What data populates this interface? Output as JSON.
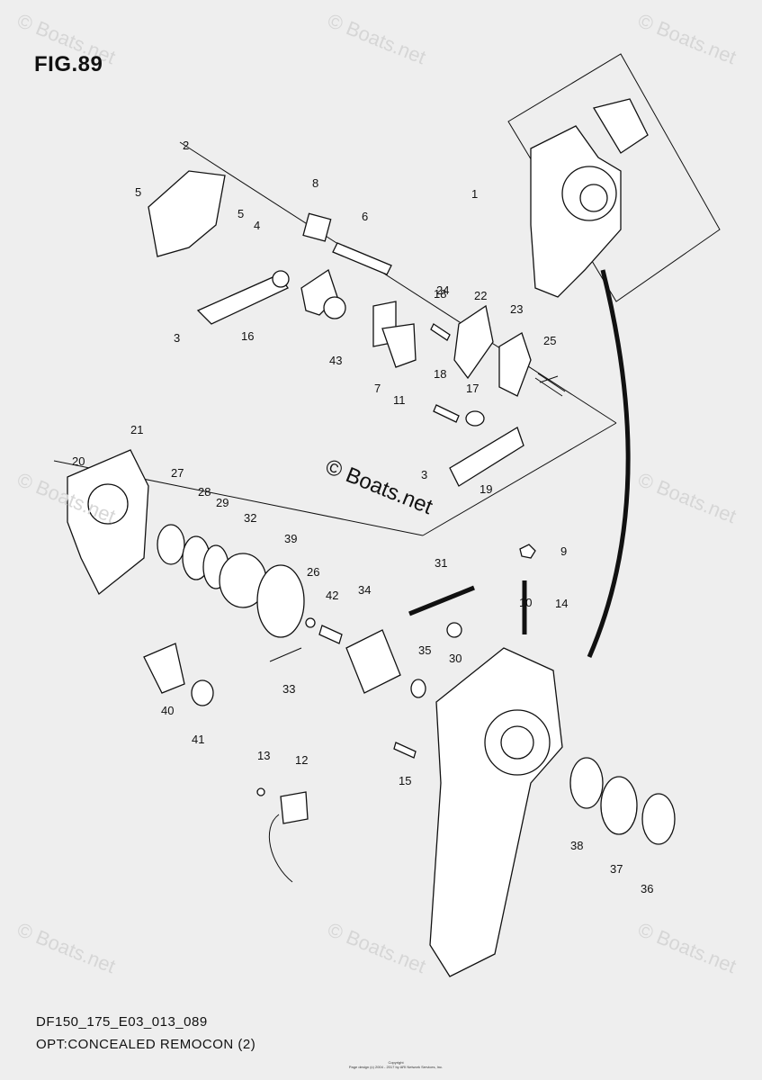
{
  "figure_label": "FIG.89",
  "diagram_code": "DF150_175_E03_013_089",
  "caption": "OPT:CONCEALED REMOCON (2)",
  "center_watermark": "© Boats.net",
  "tile_watermark": "© Boats.net",
  "footer_note": [
    "Copyright",
    "Page design (c) 2004 - 2017 by ARI Network Services, Inc."
  ],
  "callouts": [
    "1",
    "2",
    "3",
    "3",
    "4",
    "5",
    "5",
    "6",
    "7",
    "8",
    "9",
    "10",
    "11",
    "12",
    "13",
    "14",
    "15",
    "16",
    "17",
    "18",
    "18",
    "19",
    "20",
    "21",
    "22",
    "23",
    "24",
    "25",
    "26",
    "27",
    "28",
    "29",
    "30",
    "31",
    "32",
    "33",
    "34",
    "35",
    "36",
    "37",
    "38",
    "39",
    "40",
    "41",
    "42",
    "43"
  ]
}
